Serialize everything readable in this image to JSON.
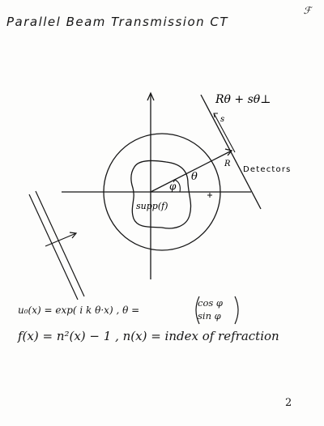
{
  "title": "Parallel Beam Transmission CT",
  "corner_mark": "ℱ",
  "diagram": {
    "label_ray": "Rθ + sθ⊥",
    "label_s": "s",
    "label_R": "R",
    "label_detectors": "Detectors",
    "label_theta": "θ",
    "label_phi": "φ",
    "label_support": "supp(f)"
  },
  "formulas": {
    "line1_left": "u₀(x) = exp( i k θ·x) ,   θ =",
    "vec_top": "cos φ",
    "vec_bottom": "sin φ",
    "line2": "f(x) = n²(x) − 1 ,  n(x) = index of refraction"
  },
  "page_number": "2"
}
